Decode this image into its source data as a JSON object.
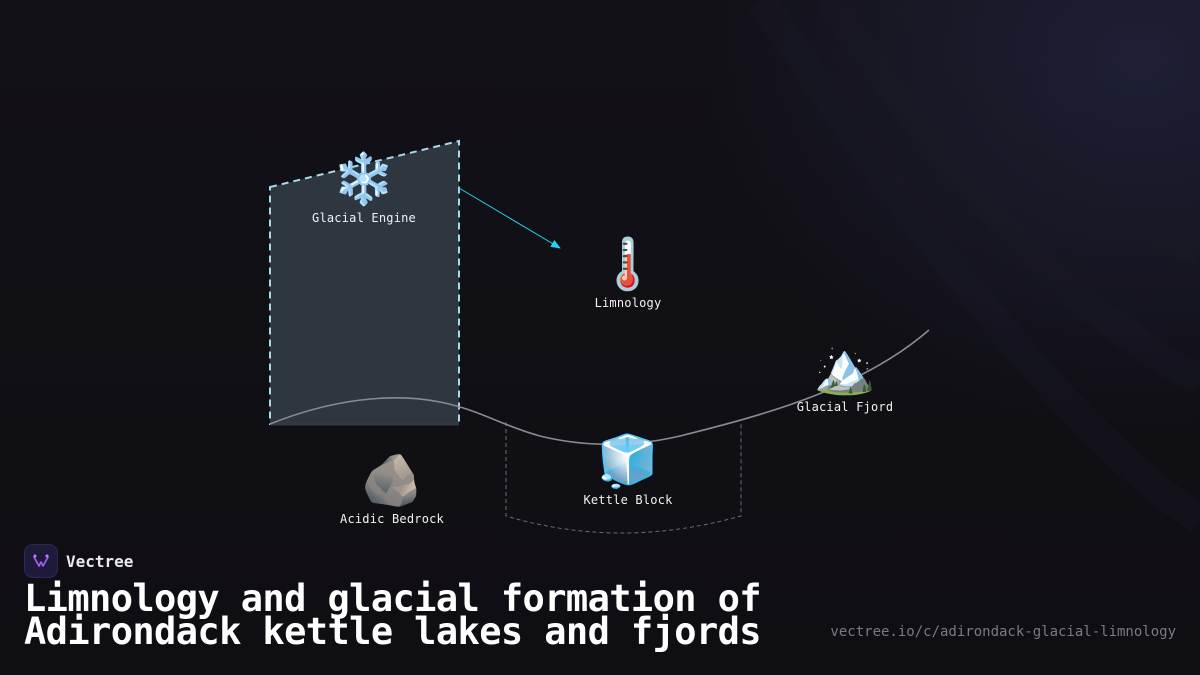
{
  "brand": {
    "name": "Vectree",
    "logo_icon": "vectree-logo-icon",
    "accent": "#9b5de5"
  },
  "title": {
    "line1": "Limnology and glacial formation of",
    "line2": "Adirondack kettle lakes and fjords"
  },
  "url": "vectree.io/c/adirondack-glacial-limnology",
  "colors": {
    "background": "#0f0e13",
    "arrow": "#22d3ee",
    "dashed_outline": "#a8d8ea",
    "panel_fill": "#313a44",
    "terrain_line": "#8a8a90"
  },
  "nodes": [
    {
      "id": "glacial-engine",
      "label": "Glacial Engine",
      "icon": "snowflake-icon",
      "glyph": "❄️"
    },
    {
      "id": "limnology",
      "label": "Limnology",
      "icon": "thermometer-icon",
      "glyph": "🌡️"
    },
    {
      "id": "glacial-fjord",
      "label": "Glacial Fjord",
      "icon": "snow-capped-mountain-icon",
      "glyph": "🏔️"
    },
    {
      "id": "acidic-bedrock",
      "label": "Acidic Bedrock",
      "icon": "rock-icon",
      "glyph": "🪨"
    },
    {
      "id": "kettle-block",
      "label": "Kettle Block",
      "icon": "ice-cube-icon",
      "glyph": "🧊"
    }
  ],
  "edges": [
    {
      "from": "glacial-engine",
      "to": "limnology"
    }
  ]
}
